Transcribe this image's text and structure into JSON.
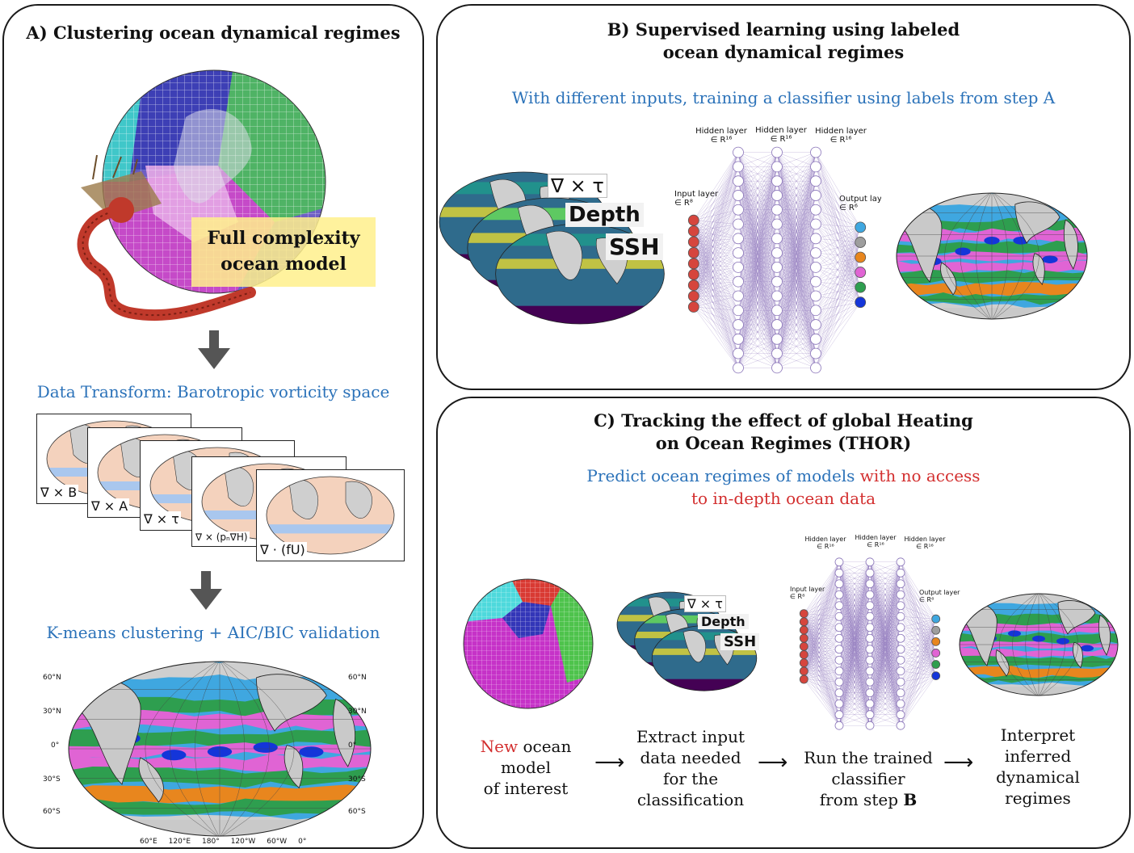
{
  "panelA": {
    "title": "A) Clustering ocean dynamical regimes",
    "model_box": [
      "Full complexity",
      "ocean model"
    ],
    "transform_label": "Data Transform: Barotropic vorticity space",
    "term_cards": [
      "∇ × B",
      "∇ × A",
      "∇ × τ",
      "∇ × (pₙ∇H)",
      "∇ · (fU)"
    ],
    "kmeans_label": "K-means clustering + AIC/BIC validation",
    "map_lat_labels": [
      "60°N",
      "30°N",
      "0°",
      "30°S",
      "60°S"
    ],
    "map_lon_labels": [
      "60°E",
      "120°E",
      "180°",
      "120°W",
      "60°W",
      "0°"
    ]
  },
  "panelB": {
    "title_lines": [
      "B) Supervised learning using labeled",
      "ocean dynamical regimes"
    ],
    "subtitle": "With different inputs, training a classifier using labels from step A",
    "input_tags": [
      "∇ × τ",
      "Depth",
      "SSH"
    ],
    "nn": {
      "hidden_label": "Hidden layer",
      "hidden_dim": "∈ R¹⁶",
      "input_label": "Input layer",
      "input_dim": "∈ R⁸",
      "output_label": "Output layer",
      "output_dim": "∈ R⁶"
    }
  },
  "panelC": {
    "title_lines": [
      "C) Tracking the effect of global Heating",
      "on Ocean Regimes (THOR)"
    ],
    "subtitle_blue": "Predict ocean regimes of models",
    "subtitle_red_1": " with no access",
    "subtitle_red_2": "to in-depth ocean data",
    "input_tags": [
      "∇ × τ",
      "Depth",
      "SSH"
    ],
    "step1": {
      "red": "New",
      "rest": " ocean",
      "lines": [
        "model",
        "of interest"
      ]
    },
    "step2": [
      "Extract input",
      "data needed",
      "for the",
      "classification"
    ],
    "step3": [
      "Run the trained",
      "classifier",
      "from step "
    ],
    "step3_bold": "B",
    "step4": [
      "Interpret",
      "inferred",
      "dynamical",
      "regimes"
    ],
    "arrow": "⟶"
  },
  "colors": {
    "title_blue": "#2b72b9",
    "accent_red": "#d32f2f",
    "regime_colors": [
      "#3fa7e0",
      "#2e9e4f",
      "#e064d4",
      "#e8861e",
      "#1435d9",
      "#9e9e9e"
    ],
    "nn_node": "#7b5fb0"
  }
}
